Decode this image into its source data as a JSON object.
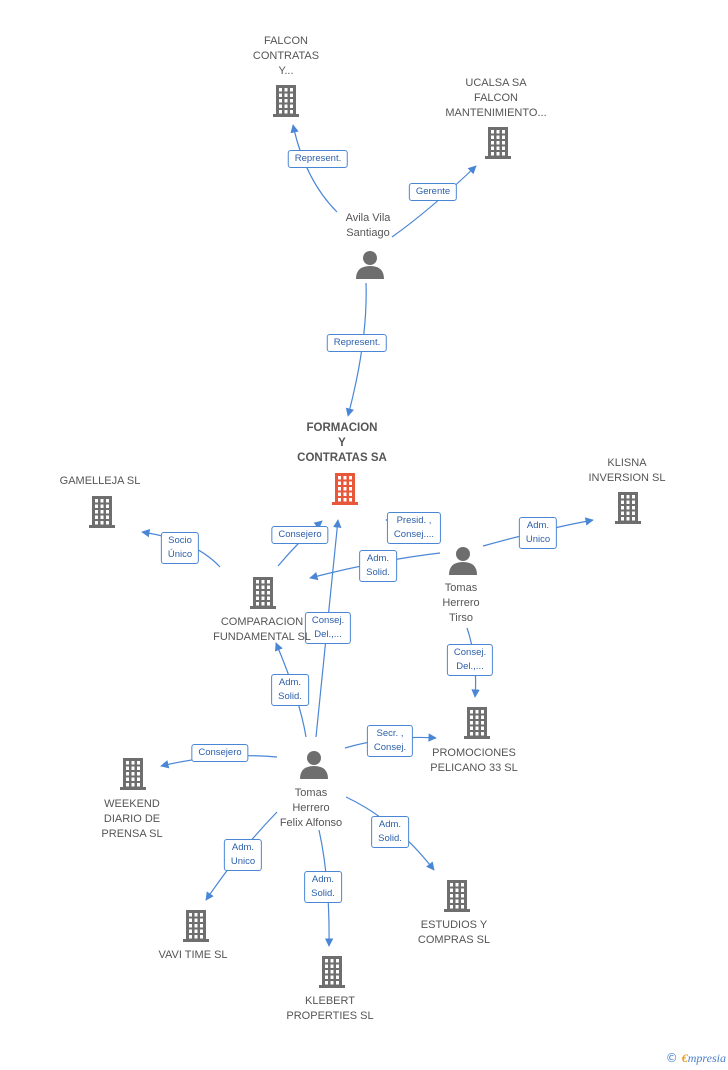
{
  "colors": {
    "edge": "#4a86d6",
    "building": "#6e6e6e",
    "main": "#e8573a",
    "person": "#6e6e6e"
  },
  "nodes": [
    {
      "id": "formacion",
      "type": "building",
      "main": true,
      "label": "FORMACION\nY\nCONTRATAS SA"
    },
    {
      "id": "falcon",
      "type": "building",
      "label": "FALCON\nCONTRATAS\nY..."
    },
    {
      "id": "ucalsa",
      "type": "building",
      "label": "UCALSA SA\nFALCON\nMANTENIMIENTO..."
    },
    {
      "id": "avila",
      "type": "person",
      "label": "Avila Vila\nSantiago"
    },
    {
      "id": "gamelleja",
      "type": "building",
      "label": "GAMELLEJA  SL"
    },
    {
      "id": "klisna",
      "type": "building",
      "label": "KLISNA\nINVERSION SL"
    },
    {
      "id": "comparacion",
      "type": "building",
      "label": "COMPARACION\nFUNDAMENTAL SL"
    },
    {
      "id": "tirso",
      "type": "person",
      "label": "Tomas\nHerrero\nTirso"
    },
    {
      "id": "promociones",
      "type": "building",
      "label": "PROMOCIONES\nPELICANO 33 SL"
    },
    {
      "id": "felix",
      "type": "person",
      "label": "Tomas\nHerrero\nFelix Alfonso"
    },
    {
      "id": "weekend",
      "type": "building",
      "label": "WEEKEND\nDIARIO DE\nPRENSA SL"
    },
    {
      "id": "estudios",
      "type": "building",
      "label": "ESTUDIOS Y\nCOMPRAS SL"
    },
    {
      "id": "vavi",
      "type": "building",
      "label": "VAVI TIME  SL"
    },
    {
      "id": "klebert",
      "type": "building",
      "label": "KLEBERT\nPROPERTIES  SL"
    }
  ],
  "edges": [
    {
      "from": "avila",
      "to": "falcon",
      "label": "Represent."
    },
    {
      "from": "avila",
      "to": "ucalsa",
      "label": "Gerente"
    },
    {
      "from": "avila",
      "to": "formacion",
      "label": "Represent."
    },
    {
      "from": "comparacion",
      "to": "gamelleja",
      "label": "Socio\nÚnico"
    },
    {
      "from": "comparacion",
      "to": "formacion",
      "label": "Consejero"
    },
    {
      "from": "tirso",
      "to": "formacion",
      "label": "Presid. ,\nConsej...."
    },
    {
      "from": "tirso",
      "to": "comparacion",
      "label": "Adm.\nSolid."
    },
    {
      "from": "tirso",
      "to": "klisna",
      "label": "Adm.\nUnico"
    },
    {
      "from": "tirso",
      "to": "promociones",
      "label": "Consej.\nDel.,..."
    },
    {
      "from": "felix",
      "to": "formacion",
      "label": "Consej.\nDel.,..."
    },
    {
      "from": "felix",
      "to": "comparacion",
      "label": "Adm.\nSolid."
    },
    {
      "from": "felix",
      "to": "promociones",
      "label": "Secr. ,\nConsej."
    },
    {
      "from": "felix",
      "to": "weekend",
      "label": "Consejero"
    },
    {
      "from": "felix",
      "to": "estudios",
      "label": "Adm.\nSolid."
    },
    {
      "from": "felix",
      "to": "vavi",
      "label": "Adm.\nUnico"
    },
    {
      "from": "felix",
      "to": "klebert",
      "label": "Adm.\nSolid."
    }
  ],
  "footer": {
    "copyright": "©",
    "brand_initial": "€",
    "brand_rest": "mpresia"
  }
}
